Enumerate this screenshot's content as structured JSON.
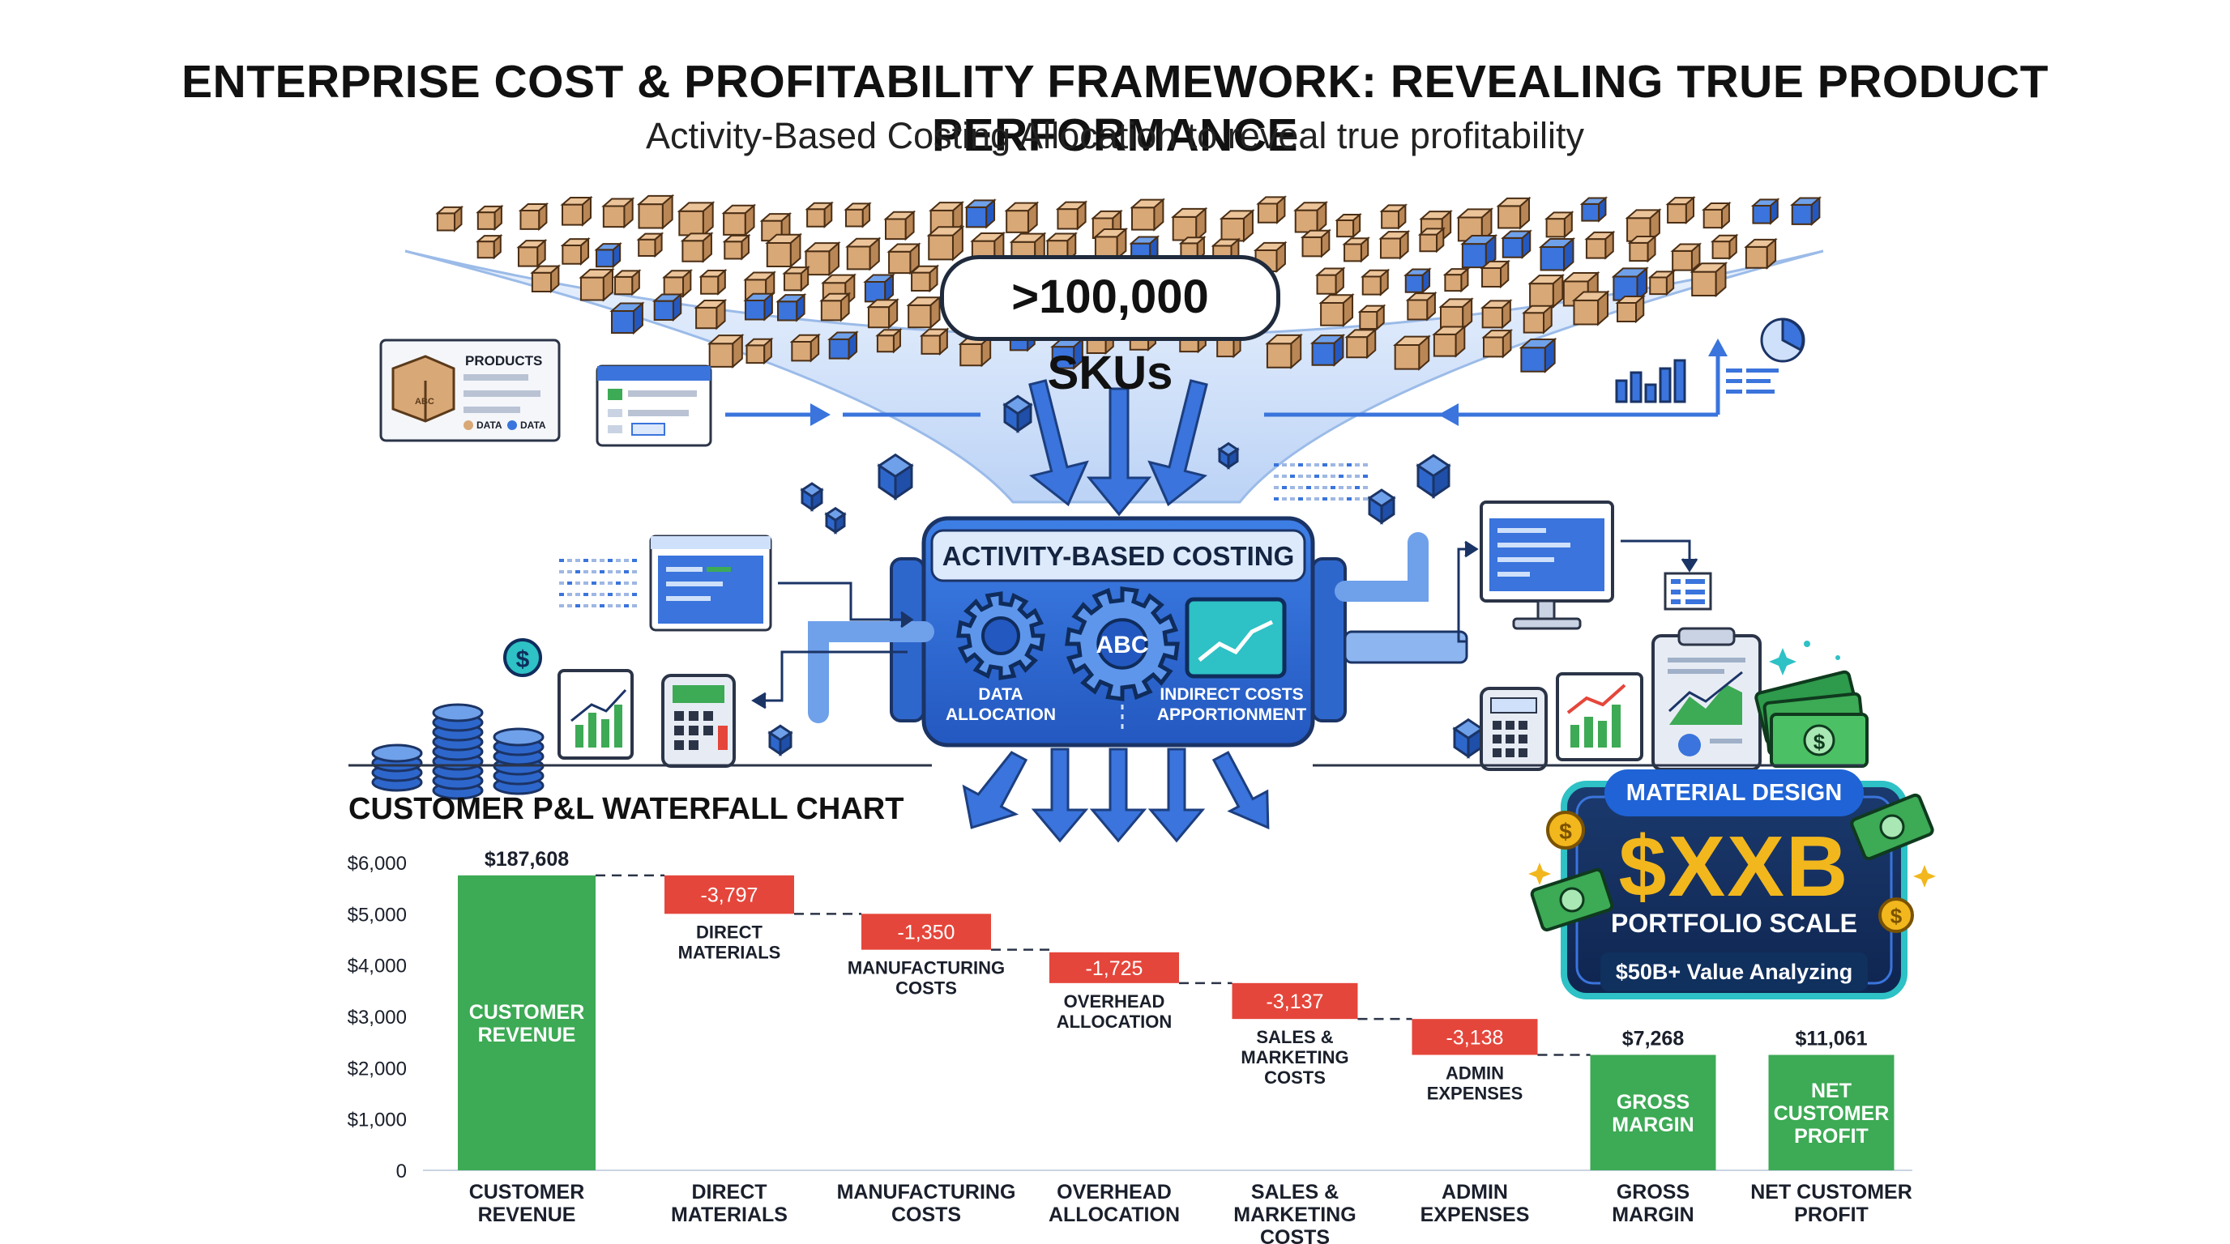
{
  "header": {
    "title": "ENTERPRISE COST & PROFITABILITY FRAMEWORK: REVEALING TRUE PRODUCT PERFORMANCE",
    "subtitle": "Activity-Based Costing Allocation to reveal true profitability"
  },
  "funnel": {
    "sku_label": ">100,000 SKUs"
  },
  "products_card": {
    "title": "PRODUCTS",
    "box_label": "ABC",
    "tags": [
      "DATA",
      "DATA"
    ]
  },
  "engine": {
    "title": "ACTIVITY-BASED COSTING",
    "gear_center_label": "ABC",
    "left_label_line1": "DATA",
    "left_label_line2": "ALLOCATION",
    "right_label_line1": "INDIRECT COSTS",
    "right_label_line2": "APPORTIONMENT"
  },
  "icons": {
    "coin_symbol": "$",
    "cash_symbol": "$"
  },
  "panel": {
    "badge": "MATERIAL DESIGN",
    "value": "$XXB",
    "subtitle": "PORTFOLIO SCALE",
    "footer": "$50B+ Value Analyzing"
  },
  "colors": {
    "blue": "#2f6fdc",
    "blue_dark": "#1c4fa8",
    "box_tan": "#d9a877",
    "green": "#3daa55",
    "red": "#e5463b",
    "navy": "#1a2f55",
    "gold": "#f2b71d"
  },
  "chart_data": {
    "type": "waterfall",
    "title": "CUSTOMER P&L WATERFALL CHART",
    "y_ticks": [
      "$6,000",
      "$5,000",
      "$4,000",
      "$3,000",
      "$2,000",
      "$1,000",
      "0"
    ],
    "ylim": [
      0,
      6000
    ],
    "categories": [
      [
        "CUSTOMER",
        "REVENUE"
      ],
      [
        "DIRECT",
        "MATERIALS"
      ],
      [
        "MANUFACTURING",
        "COSTS"
      ],
      [
        "OVERHEAD",
        "ALLOCATION"
      ],
      [
        "SALES &",
        "MARKETING",
        "COSTS"
      ],
      [
        "ADMIN",
        "EXPENSES"
      ],
      [
        "GROSS",
        "MARGIN"
      ],
      [
        "NET CUSTOMER",
        "PROFIT"
      ]
    ],
    "bars": [
      {
        "kind": "total",
        "low": 0,
        "high": 5750,
        "label": "$187,608",
        "inner": [
          "CUSTOMER",
          "REVENUE"
        ],
        "sub": []
      },
      {
        "kind": "decrease",
        "low": 5000,
        "high": 5750,
        "label": "-3,797",
        "inner": [],
        "sub": [
          "DIRECT",
          "MATERIALS"
        ]
      },
      {
        "kind": "decrease",
        "low": 4300,
        "high": 5000,
        "label": "-1,350",
        "inner": [],
        "sub": [
          "MANUFACTURING",
          "COSTS"
        ]
      },
      {
        "kind": "decrease",
        "low": 3650,
        "high": 4250,
        "label": "-1,725",
        "inner": [],
        "sub": [
          "OVERHEAD",
          "ALLOCATION"
        ]
      },
      {
        "kind": "decrease",
        "low": 2950,
        "high": 3650,
        "label": "-3,137",
        "inner": [],
        "sub": [
          "SALES &",
          "MARKETING",
          "COSTS"
        ]
      },
      {
        "kind": "decrease",
        "low": 2250,
        "high": 2950,
        "label": "-3,138",
        "inner": [],
        "sub": [
          "ADMIN",
          "EXPENSES"
        ]
      },
      {
        "kind": "total",
        "low": 0,
        "high": 2250,
        "label": "$7,268",
        "inner": [
          "GROSS",
          "MARGIN"
        ],
        "sub": []
      },
      {
        "kind": "total",
        "low": 0,
        "high": 2250,
        "label": "$11,061",
        "inner": [
          "NET",
          "CUSTOMER",
          "PROFIT"
        ],
        "sub": []
      }
    ]
  }
}
